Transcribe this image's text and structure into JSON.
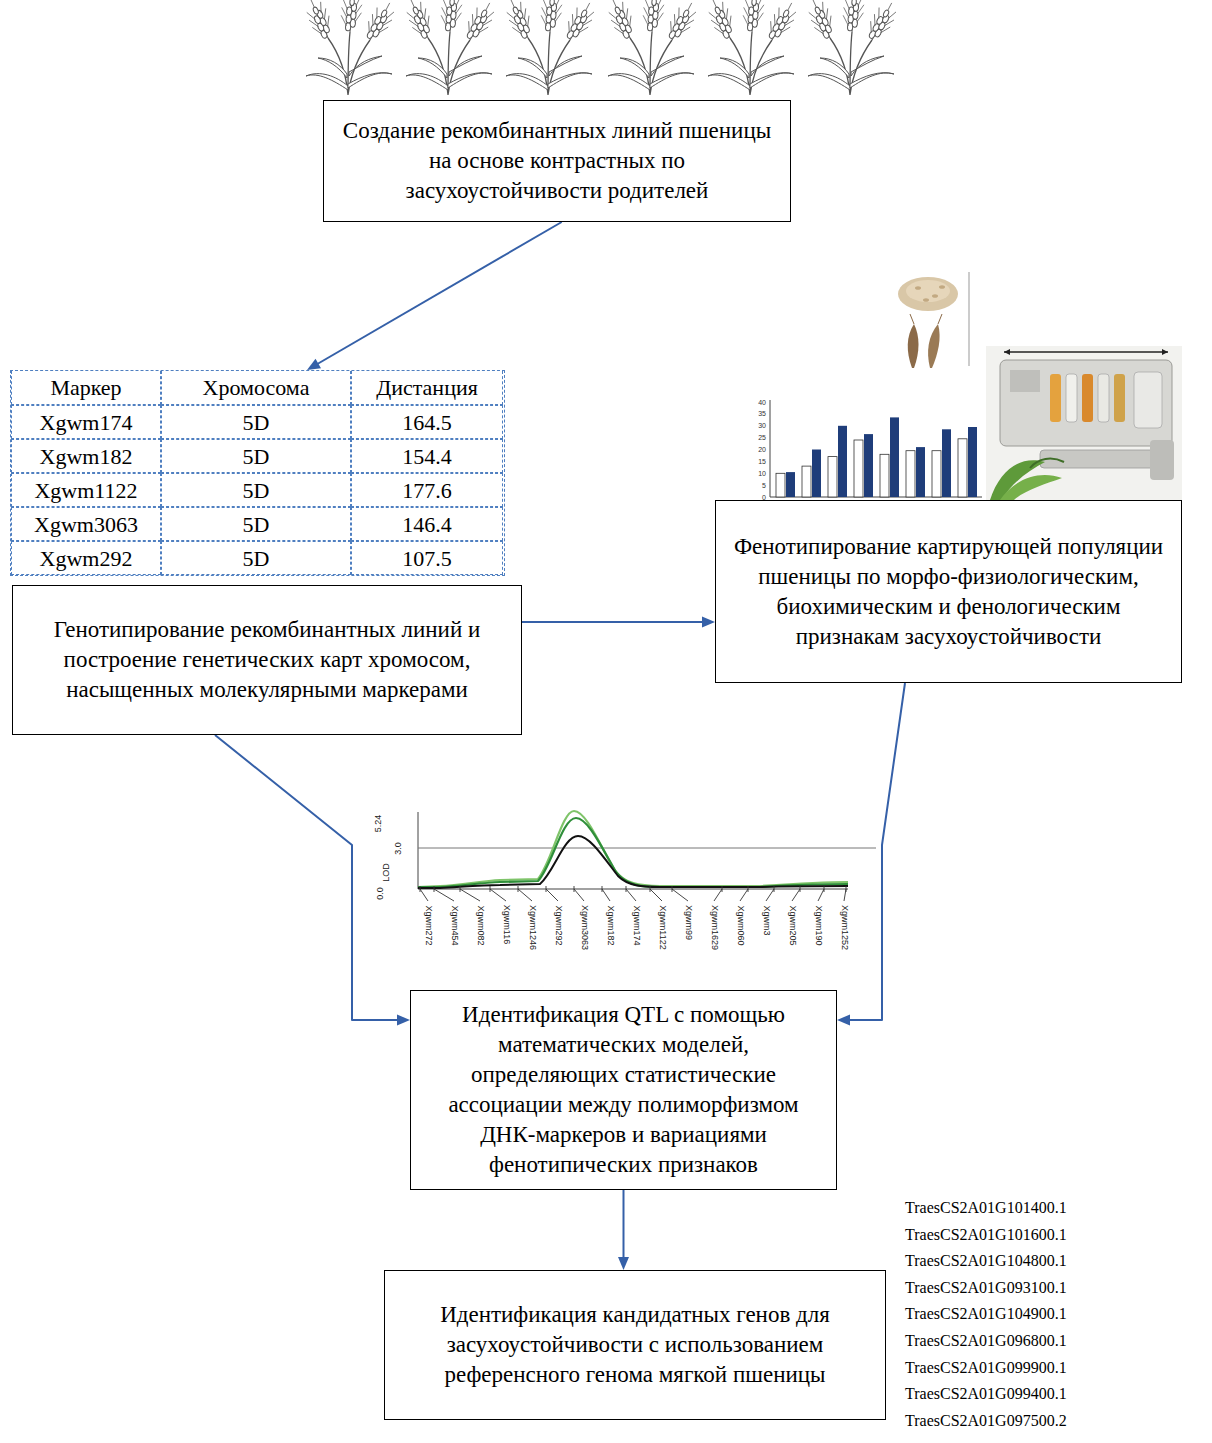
{
  "diagram": {
    "nodes": [
      {
        "text": [
          "Создание рекомбинантных линий пшеницы на основе контрастных по засухоустойчивости родителей"
        ]
      },
      {
        "text": [
          "Маркер",
          "Хромосома",
          "Дистанция",
          "Xgwm174",
          "5D",
          "164.5",
          "Xgwm182",
          "5D",
          "154.4",
          "Xgwm1122",
          "5D",
          "177.6",
          "Xgwm3063",
          "5D",
          "146.4",
          "Xgwm292",
          "5D",
          "107.5"
        ]
      },
      {
        "text": [
          "Генотипирование рекомбинантных линий и построение генетических карт хромосом, насыщенных молекулярными маркерами"
        ]
      },
      {
        "text": [
          "Фенотипирование картирующей популяции пшеницы по морфо-физиологическим, биохимическим и фенологическим признакам засухоустойчивости"
        ]
      },
      {
        "text": [
          "Идентификация QTL с помощью математических моделей, определяющих статистические ассоциации между полиморфизмом ДНК-маркеров и вариациями фенотипических признаков"
        ]
      },
      {
        "text": [
          "Идентификация кандидатных генов для засухоустойчивости с использованием референсного генома мягкой пшеницы"
        ]
      }
    ],
    "edges": [
      {
        "from": 0,
        "to": 1,
        "arrow": "to"
      },
      {
        "from": 2,
        "to": 3,
        "arrow": "to"
      },
      {
        "from": 2,
        "to": 4,
        "arrow": "to"
      },
      {
        "from": 3,
        "to": 4,
        "arrow": "to"
      },
      {
        "from": 4,
        "to": 5,
        "arrow": "to"
      }
    ],
    "labels": [
      "40",
      "35",
      "30",
      "25",
      "20",
      "15",
      "10",
      "5",
      "0",
      "5.24",
      "3.0",
      "LOD",
      "0.0",
      "Xgwm272",
      "Xgwm454",
      "Xgwm082",
      "Xgwm116",
      "Xgwm1246",
      "Xgwm292",
      "Xgwm3063",
      "Xgwm182",
      "Xgwm174",
      "Xgwm1122",
      "Xgwm99",
      "Xgwm1629",
      "Xgwm060",
      "Xgwm3",
      "Xgwm205",
      "Xgwm190",
      "Xgwm1252",
      "TraesCS2A01G101400.1",
      "TraesCS2A01G101600.1",
      "TraesCS2A01G104800.1",
      "TraesCS2A01G093100.1",
      "TraesCS2A01G104900.1",
      "TraesCS2A01G096800.1",
      "TraesCS2A01G099900.1",
      "TraesCS2A01G099400.1",
      "TraesCS2A01G097500.2"
    ]
  }
}
